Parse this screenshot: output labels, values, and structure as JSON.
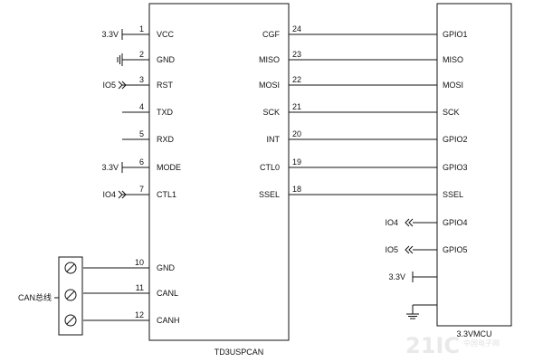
{
  "diagram": {
    "left_chip": {
      "name": "TD3USPCAN",
      "left_pins": [
        {
          "num": "1",
          "name": "VCC",
          "net": "3.3V",
          "conn": "vcc"
        },
        {
          "num": "2",
          "name": "GND",
          "net": "",
          "conn": "gnd"
        },
        {
          "num": "3",
          "name": "RST",
          "net": "IO5",
          "conn": "io"
        },
        {
          "num": "4",
          "name": "TXD",
          "net": "",
          "conn": "wire"
        },
        {
          "num": "5",
          "name": "RXD",
          "net": "",
          "conn": "wire"
        },
        {
          "num": "6",
          "name": "MODE",
          "net": "3.3V",
          "conn": "vcc"
        },
        {
          "num": "7",
          "name": "CTL1",
          "net": "IO4",
          "conn": "io"
        },
        {
          "num": "10",
          "name": "GND",
          "net": "",
          "conn": "bus"
        },
        {
          "num": "11",
          "name": "CANL",
          "net": "",
          "conn": "bus"
        },
        {
          "num": "12",
          "name": "CANH",
          "net": "",
          "conn": "bus"
        }
      ],
      "right_pins": [
        {
          "num": "24",
          "name": "CGF"
        },
        {
          "num": "23",
          "name": "MISO"
        },
        {
          "num": "22",
          "name": "MOSI"
        },
        {
          "num": "21",
          "name": "SCK"
        },
        {
          "num": "20",
          "name": "INT"
        },
        {
          "num": "19",
          "name": "CTL0"
        },
        {
          "num": "18",
          "name": "SSEL"
        }
      ]
    },
    "right_chip": {
      "name": "3.3VMCU",
      "pins": [
        {
          "name": "GPIO1"
        },
        {
          "name": "MISO"
        },
        {
          "name": "MOSI"
        },
        {
          "name": "SCK"
        },
        {
          "name": "GPIO2"
        },
        {
          "name": "GPIO3"
        },
        {
          "name": "SSEL"
        },
        {
          "name": "GPIO4",
          "net": "IO4"
        },
        {
          "name": "GPIO5",
          "net": "IO5"
        }
      ],
      "power": [
        {
          "net": "3.3V",
          "conn": "vcc"
        },
        {
          "net": "",
          "conn": "gnd"
        }
      ]
    },
    "connector": {
      "label": "CAN总线"
    },
    "watermark": {
      "main": "21IC",
      "sub": "中国电子网"
    }
  }
}
